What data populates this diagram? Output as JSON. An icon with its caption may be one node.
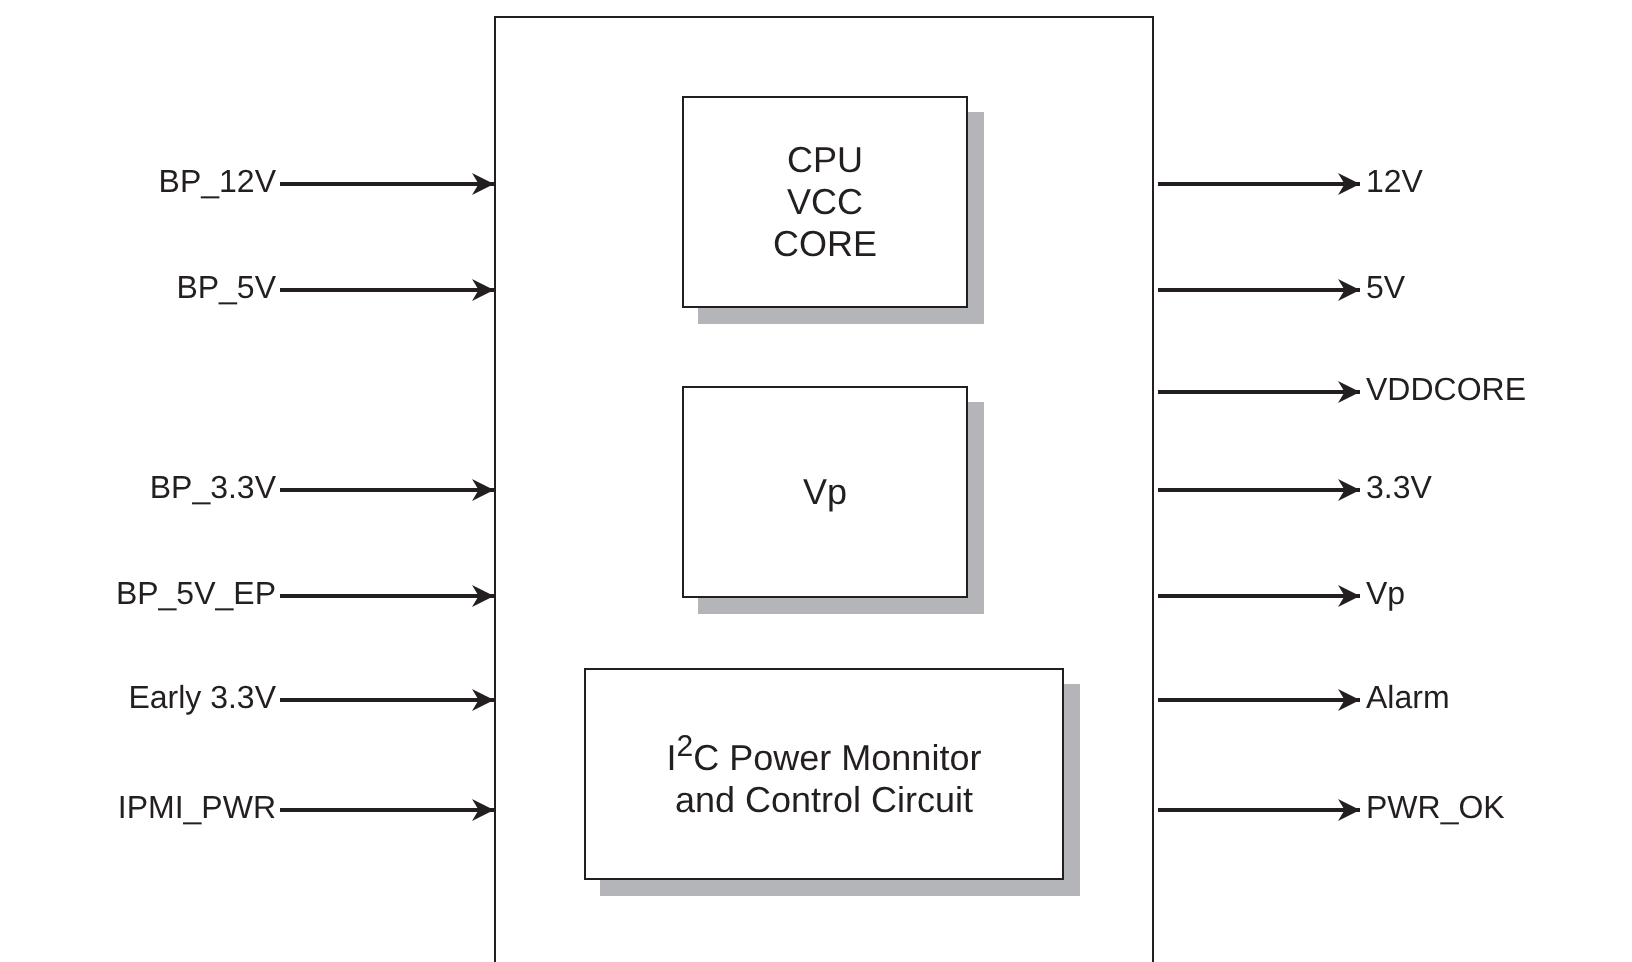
{
  "diagram": {
    "nodes": [
      {
        "text": [],
        "shape": "box"
      },
      {
        "text": [
          "CPU VCC CORE"
        ],
        "in": 0
      },
      {
        "text": [
          "Vp"
        ],
        "in": 0
      },
      {
        "text": [
          "I$^{2}$C Power Monnitor and Control Circuit"
        ],
        "in": 0
      },
      {
        "text": [
          "BP_12V"
        ]
      },
      {
        "text": [
          "BP_5V"
        ]
      },
      {
        "text": [
          "BP_3.3V"
        ]
      },
      {
        "text": [
          "BP_5V_EP"
        ]
      },
      {
        "text": [
          "Early 3.3V"
        ]
      },
      {
        "text": [
          "IPMI_PWR"
        ]
      },
      {
        "text": [
          "12V"
        ]
      },
      {
        "text": [
          "5V"
        ]
      },
      {
        "text": [
          "VDDCORE"
        ]
      },
      {
        "text": [
          "3.3V"
        ]
      },
      {
        "text": [
          "Vp"
        ]
      },
      {
        "text": [
          "Alarm"
        ]
      },
      {
        "text": [
          "PWR_OK"
        ]
      }
    ],
    "edges": [
      {
        "from": 4,
        "to": 0,
        "arrow": "to"
      },
      {
        "from": 5,
        "to": 0,
        "arrow": "to"
      },
      {
        "from": 6,
        "to": 0,
        "arrow": "to"
      },
      {
        "from": 7,
        "to": 0,
        "arrow": "to"
      },
      {
        "from": 8,
        "to": 0,
        "arrow": "to"
      },
      {
        "from": 9,
        "to": 0,
        "arrow": "to"
      },
      {
        "from": 0,
        "to": 10,
        "arrow": "to"
      },
      {
        "from": 0,
        "to": 11,
        "arrow": "to"
      },
      {
        "from": 0,
        "to": 12,
        "arrow": "to"
      },
      {
        "from": 0,
        "to": 13,
        "arrow": "to"
      },
      {
        "from": 0,
        "to": 14,
        "arrow": "to"
      },
      {
        "from": 0,
        "to": 15,
        "arrow": "to"
      },
      {
        "from": 0,
        "to": 16,
        "arrow": "to"
      }
    ]
  }
}
